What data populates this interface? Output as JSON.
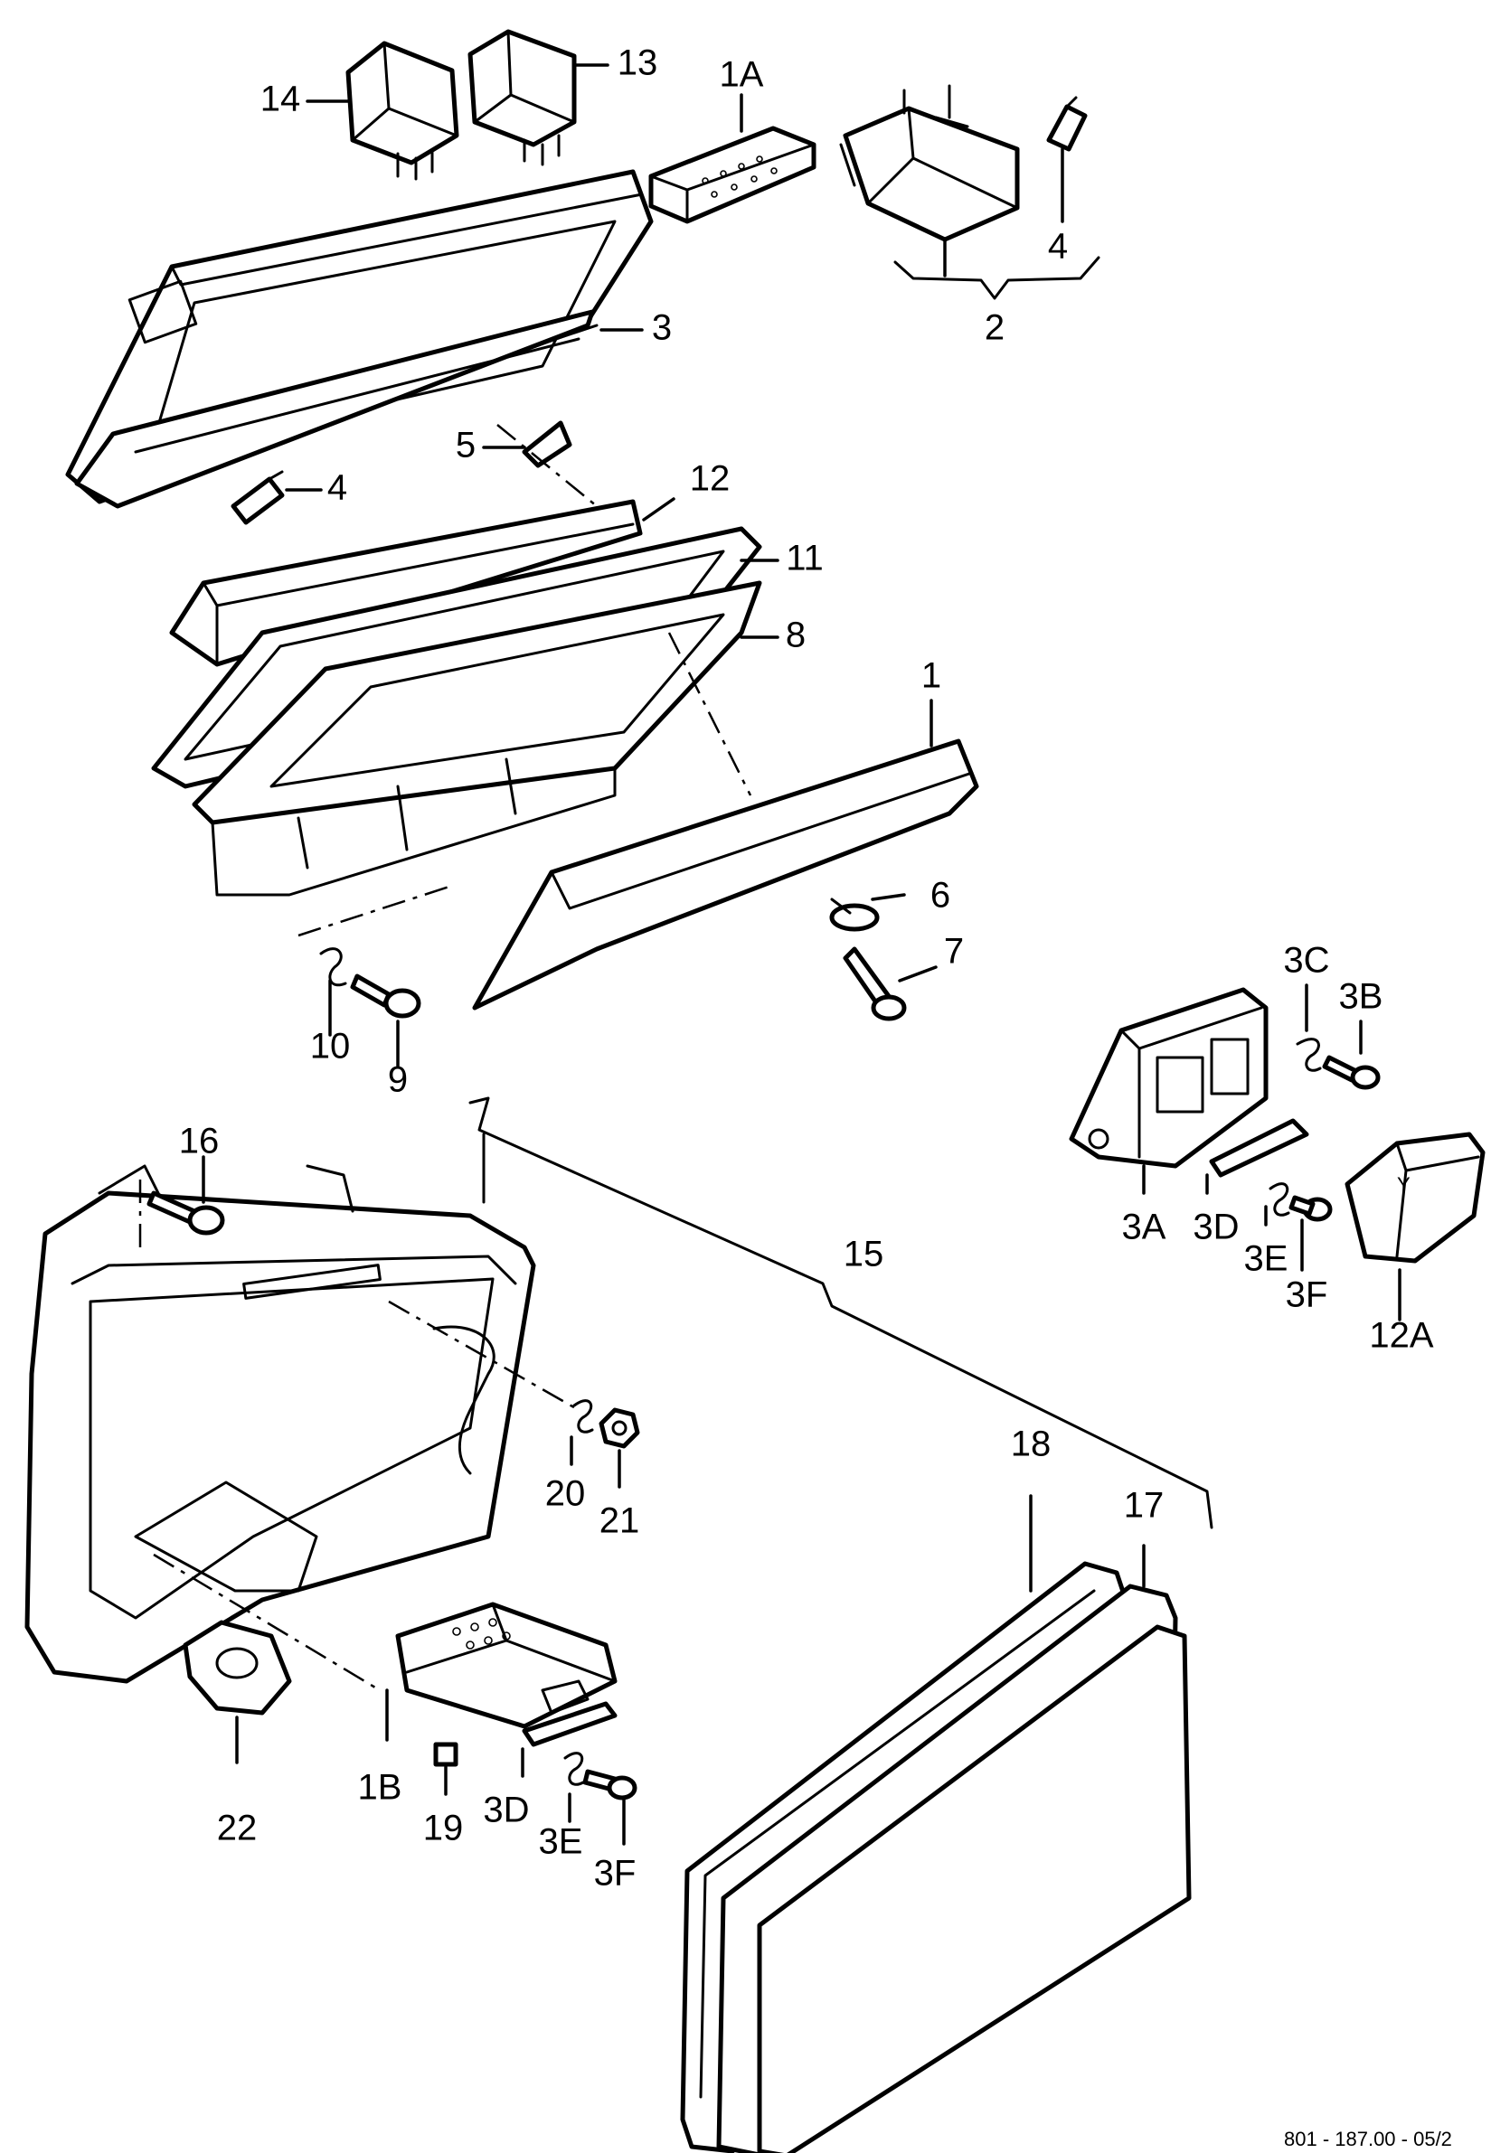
{
  "callouts": {
    "c14": "14",
    "c13": "13",
    "c1a": "1A",
    "c2": "2",
    "c4a": "4",
    "c3": "3",
    "c5": "5",
    "c4b": "4",
    "c12": "12",
    "c11": "11",
    "c8": "8",
    "c1": "1",
    "c6": "6",
    "c7": "7",
    "c10": "10",
    "c9": "9",
    "c3c": "3C",
    "c3b": "3B",
    "c3a": "3A",
    "c3d": "3D",
    "c3e": "3E",
    "c3f": "3F",
    "c12a": "12A",
    "c16": "16",
    "c15": "15",
    "c18": "18",
    "c17": "17",
    "c20": "20",
    "c21": "21",
    "c22": "22",
    "c1b": "1B",
    "c19": "19",
    "c3d2": "3D",
    "c3e2": "3E",
    "c3f2": "3F"
  },
  "footer_code": "801 - 187.00 - 05/2"
}
